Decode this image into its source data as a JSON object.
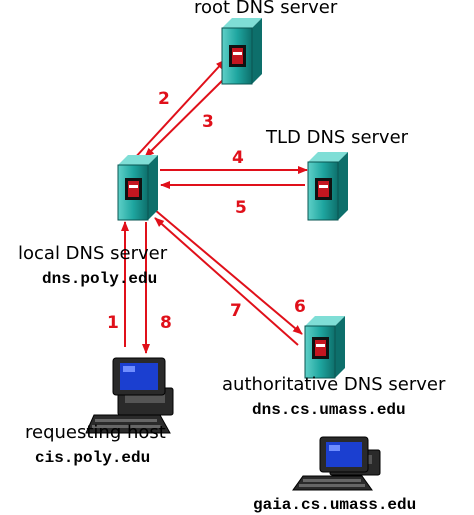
{
  "labels": {
    "root": "root DNS server",
    "tld": "TLD DNS server",
    "local": "local DNS server",
    "local_host": "dns.poly.edu",
    "authoritative": "authoritative DNS server",
    "auth_host": "dns.cs.umass.edu",
    "requesting": "requesting host",
    "requesting_host": "cis.poly.edu",
    "gaia_host": "gaia.cs.umass.edu"
  },
  "steps": [
    "1",
    "2",
    "3",
    "4",
    "5",
    "6",
    "7",
    "8"
  ],
  "colors": {
    "arrow": "#e0101a",
    "server": "#1fa6a0",
    "server_dark": "#0d6f6b",
    "server_panel": "#c41620",
    "monitor_screen": "#1b3fd0",
    "machine_body": "#2a2a2a"
  }
}
